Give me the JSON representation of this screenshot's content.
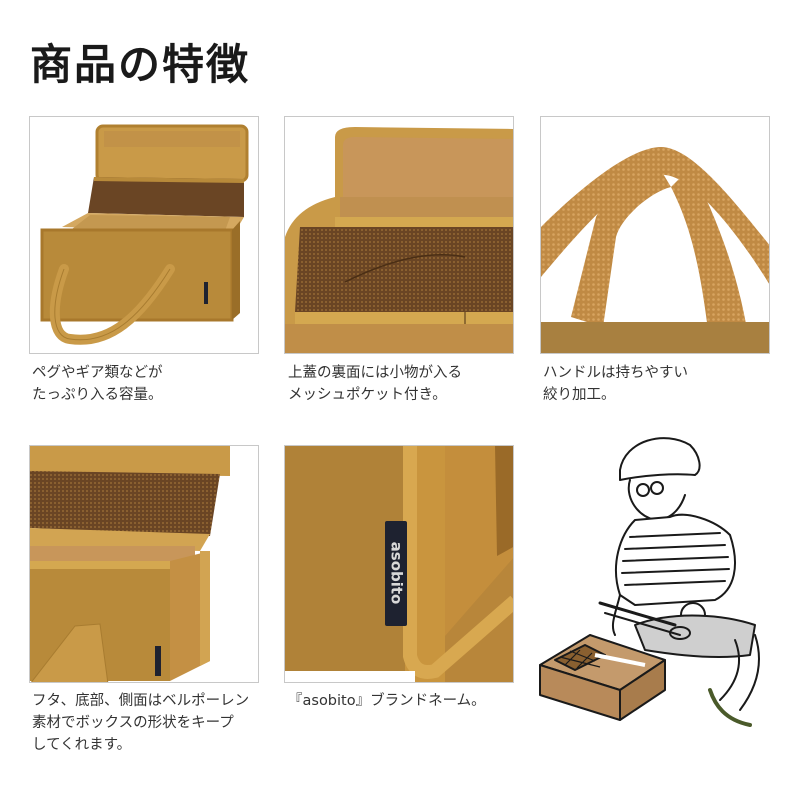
{
  "page": {
    "title": "商品の特徴"
  },
  "features": [
    {
      "id": "capacity",
      "image_alt": "Open mustard storage box with lid and carry handles",
      "caption_lines": [
        "ペグやギア類などが",
        "たっぷり入る容量。"
      ]
    },
    {
      "id": "mesh-pocket",
      "image_alt": "Close-up of mesh pocket on lid interior",
      "caption_lines": [
        "上蓋の裏面には小物が入る",
        "メッシュポケット付き。"
      ]
    },
    {
      "id": "handle",
      "image_alt": "Close-up of woven carry handles",
      "caption_lines": [
        "ハンドルは持ちやすい",
        "絞り加工。"
      ]
    },
    {
      "id": "structure",
      "image_alt": "Side view of box showing rigid sides",
      "caption_lines": [
        "フタ、底部、側面はベルポーレン",
        "素材でボックスの形状をキープ",
        "してくれます。"
      ]
    },
    {
      "id": "brand-tag",
      "image_alt": "Close-up of brand tag on box corner",
      "tag_text": "asobito",
      "caption_lines": [
        "『asobito』ブランドネーム。"
      ]
    }
  ],
  "illustration": {
    "alt": "Drawing of a man in striped shirt and bucket hat crouching to pack tools into the box"
  },
  "colors": {
    "canvas": "#b88a3a",
    "canvas_light": "#c99a48",
    "canvas_dark": "#8a6424",
    "mesh": "#6a4524",
    "tag": "#1e2230",
    "frame": "#c8c8c8"
  }
}
